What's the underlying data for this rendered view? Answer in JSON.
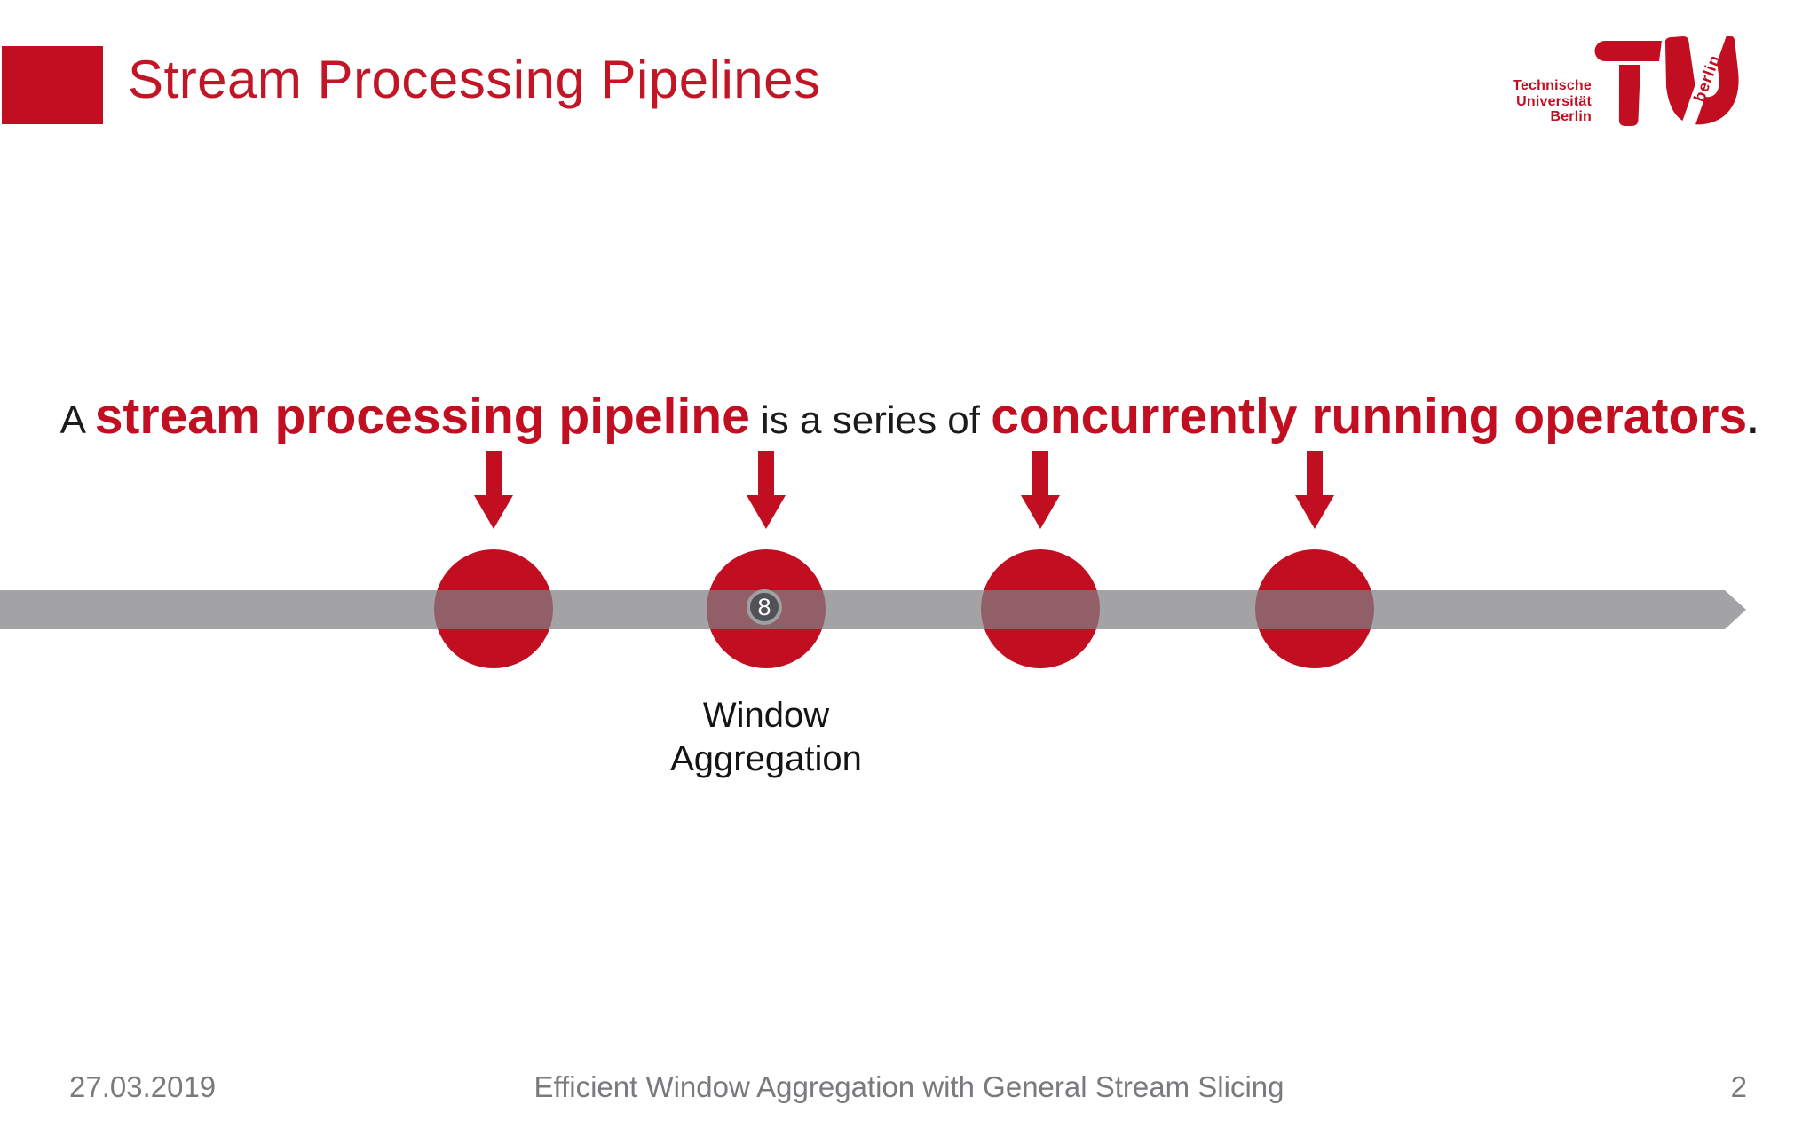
{
  "slide": {
    "title": "Stream Processing Pipelines",
    "date": "27.03.2019",
    "footer_title": "Efficient Window Aggregation with General Stream Slicing",
    "page_number": "2"
  },
  "logo": {
    "org_lines": [
      "Technische",
      "Universität",
      "Berlin"
    ],
    "mark_text": "berlin"
  },
  "sentence": {
    "prefix": "A ",
    "term1": "stream processing pipeline",
    "middle": " is a series of ",
    "term2": "concurrently running operators",
    "suffix": "."
  },
  "pipeline": {
    "operators": [
      {
        "label": "",
        "badge": ""
      },
      {
        "label": "Window Aggregation",
        "badge": "8"
      },
      {
        "label": "",
        "badge": ""
      },
      {
        "label": "",
        "badge": ""
      }
    ]
  },
  "colors": {
    "brand_red": "#c20e21",
    "bar_gray": "#808083",
    "badge_fill": "#515255",
    "badge_ring": "#a0a0a2",
    "footer_gray": "#7a7a7e",
    "text_black": "#1b1b1b"
  }
}
